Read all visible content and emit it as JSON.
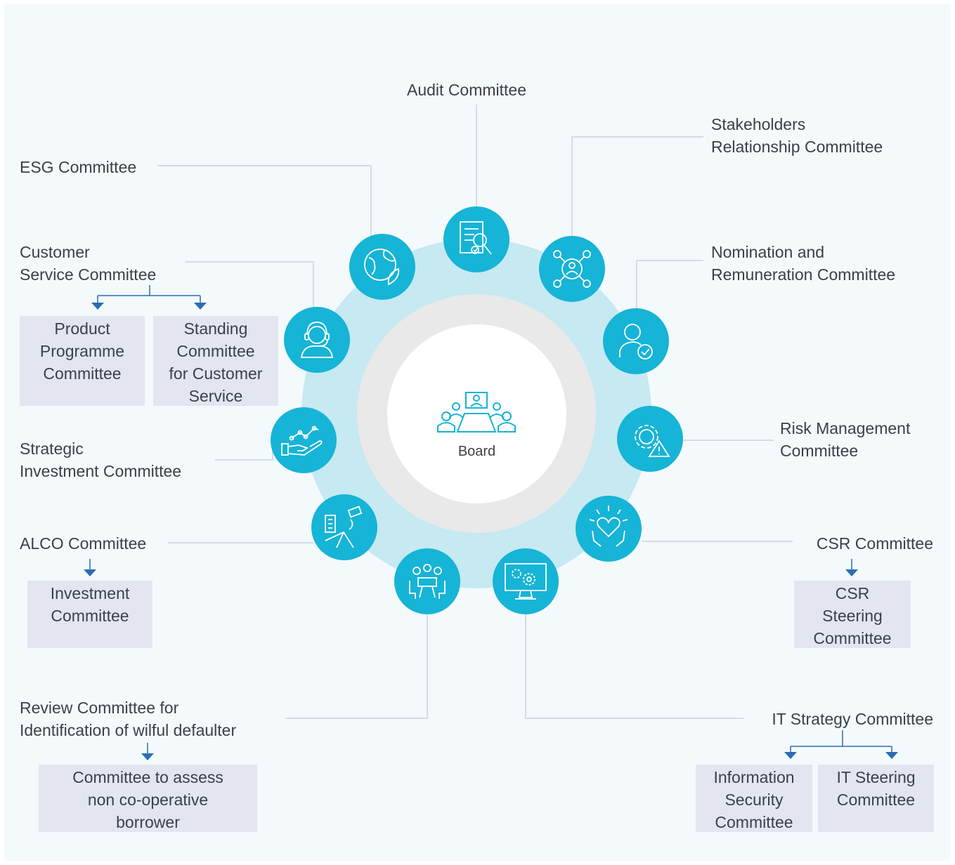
{
  "center": {
    "label": "Board"
  },
  "committees": {
    "audit": {
      "lines": [
        "Audit Committee"
      ]
    },
    "stakeholders": {
      "lines": [
        "Stakeholders",
        "Relationship Committee"
      ]
    },
    "esg": {
      "lines": [
        "ESG Committee"
      ]
    },
    "customer_service": {
      "lines": [
        "Customer",
        "Service Committee"
      ]
    },
    "nomination": {
      "lines": [
        "Nomination and",
        "Remuneration Committee"
      ]
    },
    "strategic_investment": {
      "lines": [
        "Strategic",
        "Investment Committee"
      ]
    },
    "risk_management": {
      "lines": [
        "Risk Management",
        "Committee"
      ]
    },
    "alco": {
      "lines": [
        "ALCO Committee"
      ]
    },
    "csr": {
      "lines": [
        "CSR Committee"
      ]
    },
    "review": {
      "lines": [
        "Review Committee for",
        "Identification of wilful defaulter"
      ]
    },
    "it_strategy": {
      "lines": [
        "IT Strategy Committee"
      ]
    }
  },
  "sub_committees": {
    "product_programme": {
      "lines": [
        "Product",
        "Programme",
        "Committee"
      ]
    },
    "standing_customer_service": {
      "lines": [
        "Standing",
        "Committee",
        "for Customer",
        "Service"
      ]
    },
    "investment": {
      "lines": [
        "Investment",
        "Committee"
      ]
    },
    "csr_steering": {
      "lines": [
        "CSR",
        "Steering",
        "Committee"
      ]
    },
    "non_cooperative": {
      "lines": [
        "Committee to assess",
        "non co-operative",
        "borrower"
      ]
    },
    "information_security": {
      "lines": [
        "Information",
        "Security",
        "Committee"
      ]
    },
    "it_steering": {
      "lines": [
        "IT Steering",
        "Committee"
      ]
    }
  },
  "icons": {
    "audit": "document-search-icon",
    "stakeholders": "network-person-icon",
    "esg": "globe-leaf-icon",
    "customer_service": "headset-agent-icon",
    "nomination": "person-check-icon",
    "strategic_investment": "hand-growth-chart-icon",
    "risk_management": "gear-warning-icon",
    "alco": "building-money-icon",
    "csr": "hands-heart-icon",
    "review": "meeting-table-icon",
    "it_strategy": "monitor-gears-icon",
    "board": "board-meeting-icon"
  },
  "colors": {
    "background": "#f4f9fc",
    "outer_ring": "#c6e9f2",
    "inner_ring": "#e9e9e9",
    "icon_circle": "#16b4d6",
    "sub_box": "#e3e6f1",
    "arrow": "#2a6db5",
    "connector": "#cfd3d8",
    "text": "#3c4146"
  }
}
